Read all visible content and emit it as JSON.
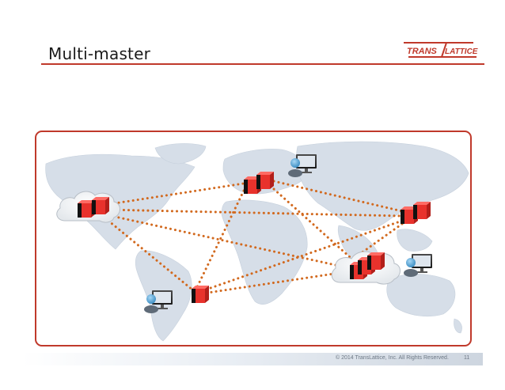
{
  "slide": {
    "title": "Multi-master",
    "copyright": "© 2014 TransLattice, Inc. All Rights Reserved.",
    "page_number": "11"
  },
  "logo": {
    "part1": "TRANS",
    "part2": "LATTICE"
  },
  "colors": {
    "accent": "#c0392b",
    "link": "#d2691e",
    "map_land": "#d6dee8",
    "server_red": "#e8322c"
  },
  "diagram": {
    "nodes": [
      {
        "id": "north-america",
        "type": "server-cluster-cloud"
      },
      {
        "id": "europe",
        "type": "server-cluster"
      },
      {
        "id": "east-asia",
        "type": "server-cluster"
      },
      {
        "id": "southeast-asia",
        "type": "server-cluster-cloud"
      },
      {
        "id": "south-america",
        "type": "server"
      }
    ],
    "users": [
      "user-europe",
      "user-south-america",
      "user-asia"
    ],
    "links": [
      [
        "north-america",
        "europe"
      ],
      [
        "north-america",
        "east-asia"
      ],
      [
        "north-america",
        "southeast-asia"
      ],
      [
        "north-america",
        "south-america"
      ],
      [
        "europe",
        "east-asia"
      ],
      [
        "europe",
        "southeast-asia"
      ],
      [
        "europe",
        "south-america"
      ],
      [
        "east-asia",
        "southeast-asia"
      ],
      [
        "east-asia",
        "south-america"
      ],
      [
        "southeast-asia",
        "south-america"
      ]
    ]
  }
}
